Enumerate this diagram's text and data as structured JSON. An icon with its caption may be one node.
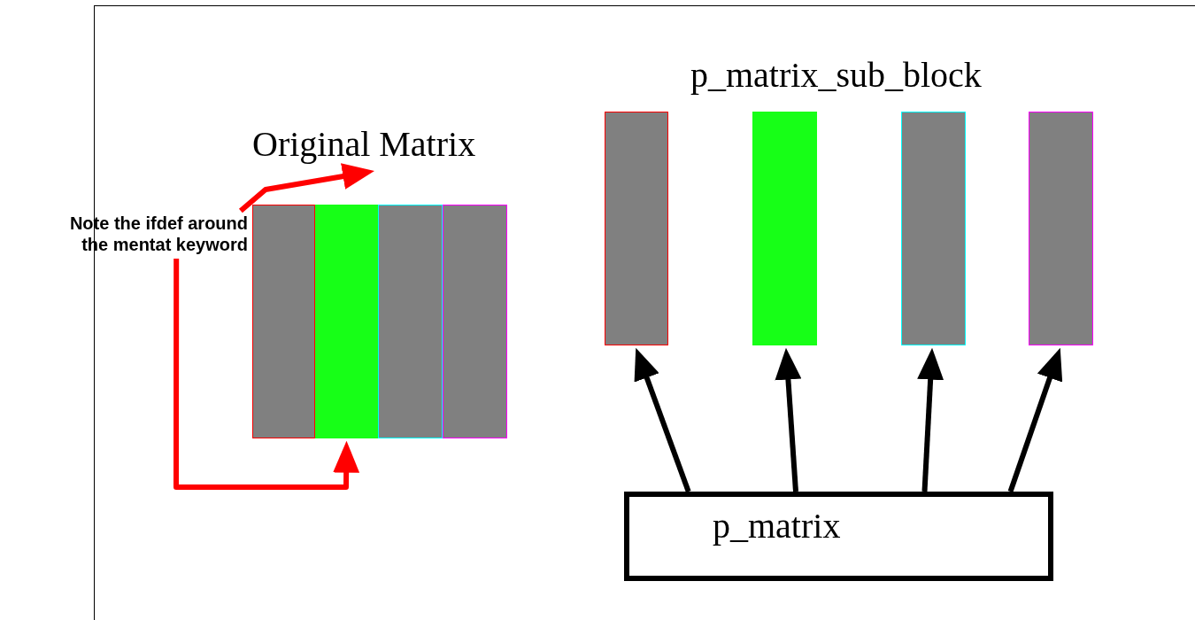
{
  "diagram": {
    "nodes": [
      {
        "text": [
          "Note the ifdef around the mentat keyword"
        ]
      },
      {
        "text": [
          "Original Matrix"
        ]
      },
      {
        "text": [],
        "shape": "bar"
      },
      {
        "text": [],
        "shape": "bar"
      },
      {
        "text": [],
        "shape": "bar"
      },
      {
        "text": [],
        "shape": "bar"
      },
      {
        "text": [],
        "shape": "bar"
      },
      {
        "text": [],
        "shape": "bar"
      },
      {
        "text": [],
        "shape": "bar"
      },
      {
        "text": [],
        "shape": "bar"
      },
      {
        "text": [
          "p_matrix"
        ]
      }
    ],
    "edges": [
      {
        "from": 0,
        "to": 1,
        "arrow": "to",
        "color": "#ff0000"
      },
      {
        "from": 0,
        "to": 3,
        "arrow": "to",
        "color": "#ff0000"
      },
      {
        "from": 10,
        "to": 6,
        "arrow": "to"
      },
      {
        "from": 10,
        "to": 7,
        "arrow": "to"
      },
      {
        "from": 10,
        "to": 8,
        "arrow": "to"
      },
      {
        "from": 10,
        "to": 9,
        "arrow": "to"
      }
    ],
    "labels": [
      "p_matrix_sub_block"
    ]
  }
}
